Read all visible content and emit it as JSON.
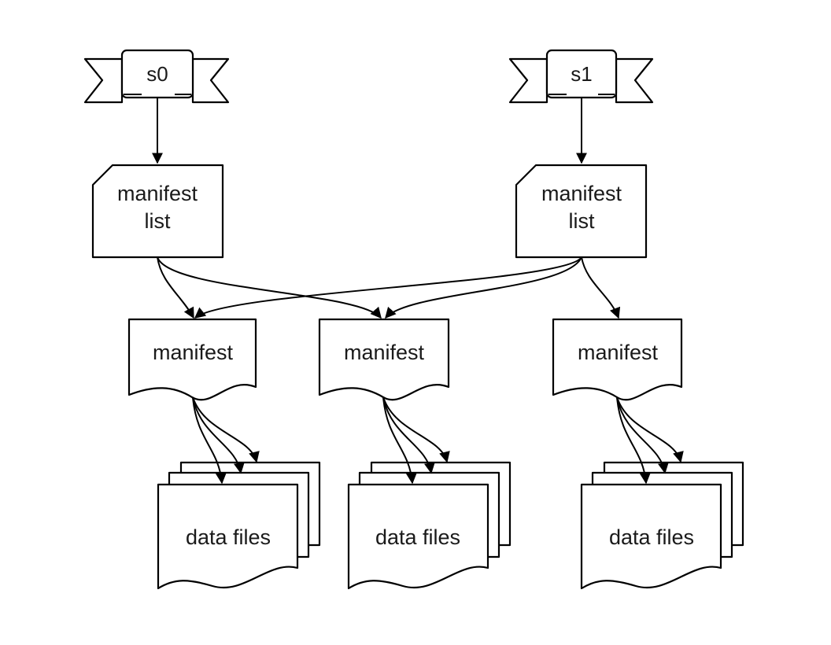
{
  "snapshots": [
    {
      "label": "s0"
    },
    {
      "label": "s1"
    }
  ],
  "manifest_lists": [
    {
      "line1": "manifest",
      "line2": "list"
    },
    {
      "line1": "manifest",
      "line2": "list"
    }
  ],
  "manifests": [
    {
      "label": "manifest"
    },
    {
      "label": "manifest"
    },
    {
      "label": "manifest"
    }
  ],
  "data_files": [
    {
      "label": "data files"
    },
    {
      "label": "data files"
    },
    {
      "label": "data files"
    }
  ],
  "colors": {
    "stroke": "#000000",
    "fill": "#ffffff",
    "text": "#1a1a1a"
  }
}
